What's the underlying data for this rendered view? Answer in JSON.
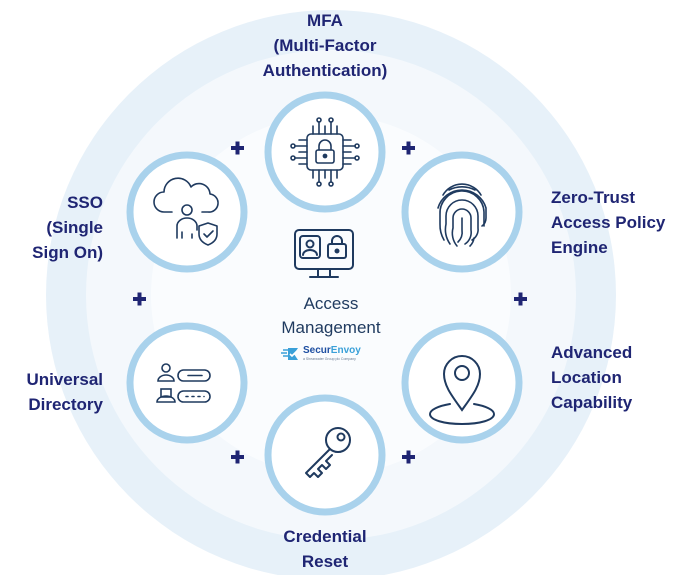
{
  "center": {
    "title_line1": "Access",
    "title_line2": "Management",
    "logo_text_a": "Secur",
    "logo_text_b": "Envoy",
    "logo_tagline": "a Shearwater Group plc Company"
  },
  "nodes": {
    "mfa": {
      "lines": [
        "MFA",
        "(Multi-Factor",
        "Authentication)"
      ],
      "icon": "chip-lock-icon"
    },
    "zero_trust": {
      "lines": [
        "Zero-Trust",
        "Access Policy",
        "Engine"
      ],
      "icon": "fingerprint-icon"
    },
    "location": {
      "lines": [
        "Advanced",
        "Location",
        "Capability"
      ],
      "icon": "location-pin-icon"
    },
    "credential": {
      "lines": [
        "Credential",
        "Reset"
      ],
      "icon": "key-icon"
    },
    "directory": {
      "lines": [
        "Universal",
        "Directory"
      ],
      "icon": "directory-icon"
    },
    "sso": {
      "lines": [
        "SSO",
        "(Single",
        "Sign On)"
      ],
      "icon": "cloud-user-shield-icon"
    }
  },
  "colors": {
    "outer_ring": "#e7f1f9",
    "inner_disc": "#f4f8fc",
    "circle_border": "#a9d2ec",
    "label": "#1f2573",
    "icon": "#1f3a5f",
    "plus": "#1f2573",
    "brand": "#1d4ea1"
  }
}
